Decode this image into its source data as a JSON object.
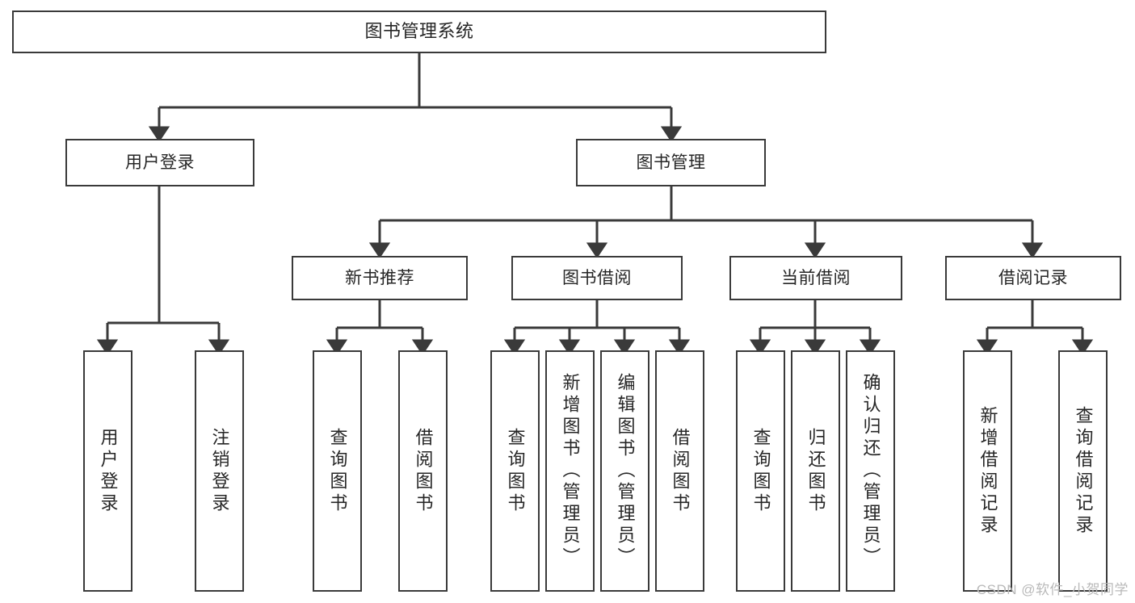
{
  "diagram": {
    "type": "tree-hierarchy",
    "title_node": {
      "label": "图书管理系统"
    },
    "level2": [
      {
        "id": "user-login",
        "label": "用户登录"
      },
      {
        "id": "book-manage",
        "label": "图书管理"
      }
    ],
    "level3": [
      {
        "id": "new-book-recommend",
        "label": "新书推荐",
        "parent": "book-manage"
      },
      {
        "id": "book-borrow",
        "label": "图书借阅",
        "parent": "book-manage"
      },
      {
        "id": "current-borrow",
        "label": "当前借阅",
        "parent": "book-manage"
      },
      {
        "id": "borrow-record",
        "label": "借阅记录",
        "parent": "book-manage"
      }
    ],
    "leaves": {
      "user-login": [
        {
          "id": "leaf-user-login",
          "label": "用户登录"
        },
        {
          "id": "leaf-user-logout",
          "label": "注销登录"
        }
      ],
      "new-book-recommend": [
        {
          "id": "leaf-query-book-1",
          "label": "查询图书"
        },
        {
          "id": "leaf-borrow-book-1",
          "label": "借阅图书"
        }
      ],
      "book-borrow": [
        {
          "id": "leaf-query-book-2",
          "label": "查询图书"
        },
        {
          "id": "leaf-add-book",
          "label": "新增图书（管理员）"
        },
        {
          "id": "leaf-edit-book",
          "label": "编辑图书（管理员）"
        },
        {
          "id": "leaf-borrow-book-2",
          "label": "借阅图书"
        }
      ],
      "current-borrow": [
        {
          "id": "leaf-query-book-3",
          "label": "查询图书"
        },
        {
          "id": "leaf-return-book",
          "label": "归还图书"
        },
        {
          "id": "leaf-confirm-return",
          "label": "确认归还（管理员）"
        }
      ],
      "borrow-record": [
        {
          "id": "leaf-add-record",
          "label": "新增借阅记录"
        },
        {
          "id": "leaf-query-record",
          "label": "查询借阅记录"
        }
      ]
    }
  },
  "watermark": {
    "text": "CSDN @软件_小贺同学"
  },
  "colors": {
    "stroke": "#3a3a3a",
    "background": "#ffffff",
    "text": "#262626",
    "watermark": "#b9b9b9"
  }
}
